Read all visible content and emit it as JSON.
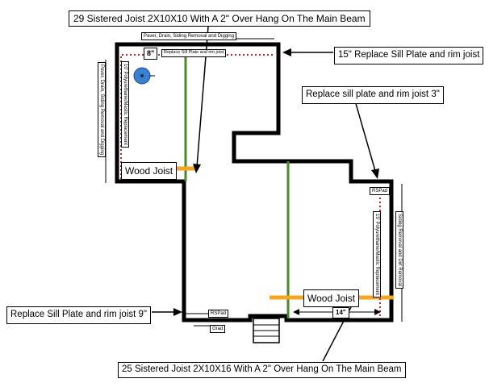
{
  "labels": {
    "title_top": "29 Sistered Joist 2X10X10 With A 2\" Over Hang On The Main Beam",
    "title_bottom": "25 Sistered Joist 2X10X16 With A 2\" Over Hang On The Main Beam",
    "callout_15": "15\" Replace Sill Plate and rim joist",
    "callout_3": "Replace sill plate and rim joist 3\"",
    "callout_9": "Replace Sill Plate and rim joist 9\"",
    "wood_joist_1": "Wood Joist",
    "wood_joist_2": "Wood Joist",
    "meas_8": "8\"",
    "meas_14": "14\"",
    "tiny_top": "Paver, Drain, Siding Removal and Digging",
    "tiny_sill": "Replace Sill Plate and rim joist",
    "rsp_1": "RSPad",
    "rsp_2": "RSPad",
    "grad": "Grad",
    "v_left_outer": "Paver, Drain, Siding Removal and Digging",
    "v_left_inner": "10' Polyurethane/Mastic Replacement",
    "v_right_inner": "15' Polyurethane/Mastic Replacement",
    "v_right_outer": "Siding Removal and Dirt Removal"
  },
  "colors": {
    "wall": "#000000",
    "joist_marker": "#f5a623",
    "sistered_joist": "#4a8a2a",
    "dotted_line": "#cc2222",
    "sump": "#3a7fd0"
  }
}
